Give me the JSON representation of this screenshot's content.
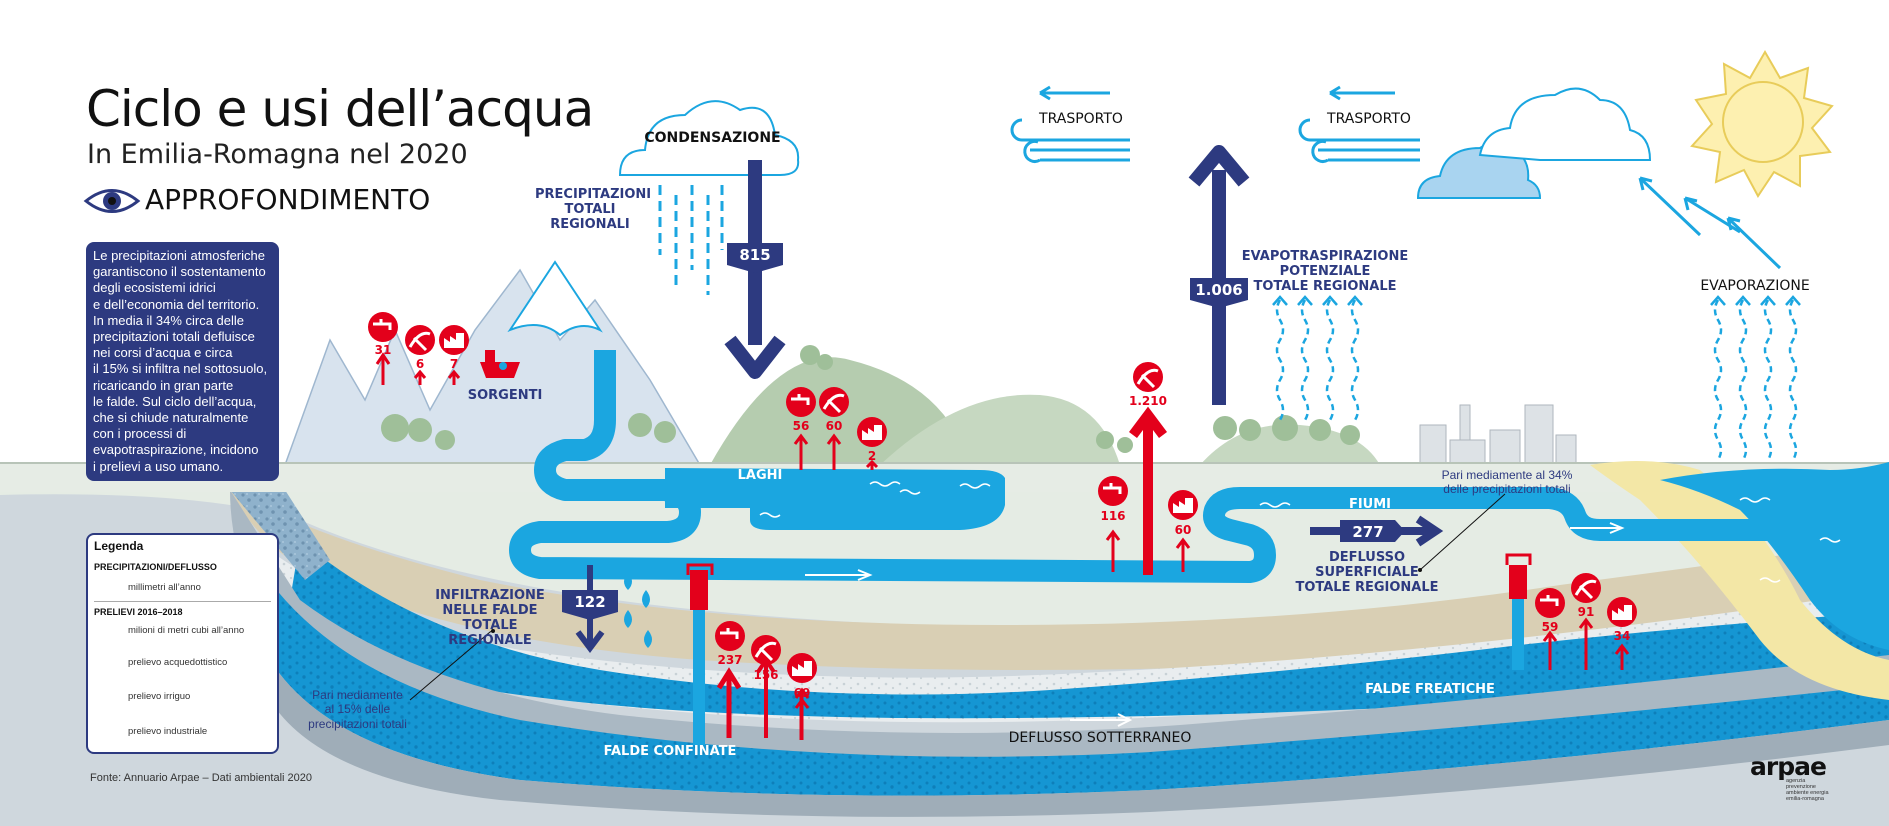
{
  "header": {
    "title": "Ciclo e usi dell’acqua",
    "subtitle": "In Emilia-Romagna nel 2020",
    "section": "APPROFONDIMENTO"
  },
  "intro_text": "Le precipitazioni atmosferiche\ngarantiscono il sostentamento\ndegli ecosistemi idrici\ne dell’economia del territorio.\nIn media il 34% circa delle\nprecipitazioni totali defluisce\nnei corsi d’acqua e circa\nil 15% si infiltra nel sottosuolo,\nricaricando in gran parte\nle falde. Sul ciclo dell’acqua,\nche si chiude naturalmente\ncon i processi di\nevapotraspirazione, incidono\ni prelievi a uso umano.",
  "legend": {
    "title": "Legenda",
    "flow_heading": "PRECIPITAZIONI/DEFLUSSO",
    "flow_unit": "millimetri all’anno",
    "withdrawal_heading": "PRELIEVI 2016–2018",
    "withdrawal_unit": "milioni di metri cubi all’anno",
    "drinking": "prelievo acquedottistico",
    "irrigation": "prelievo irriguo",
    "industrial": "prelievo industriale"
  },
  "labels": {
    "condensation": "CONDENSAZIONE",
    "precipitation": "PRECIPITAZIONI\nTOTALI\nREGIONALI",
    "transport_1": "TRASPORTO",
    "transport_2": "TRASPORTO",
    "evapotranspiration": "EVAPOTRASPIRAZIONE\nPOTENZIALE\nTOTALE REGIONALE",
    "evaporation": "EVAPORAZIONE",
    "springs": "SORGENTI",
    "lakes": "LAGHI",
    "rivers": "FIUMI",
    "infiltration": "INFILTRAZIONE\nNELLE FALDE\nTOTALE REGIONALE",
    "runoff": "DEFLUSSO\nSUPERFICIALE\nTOTALE REGIONALE",
    "confined": "FALDE CONFINATE",
    "phreatic": "FALDE FREATICHE",
    "underground": "DEFLUSSO SOTTERRANEO",
    "runoff_note": "Pari mediamente al 34%\ndelle precipitazioni totali",
    "infiltration_note": "Pari mediamente\nal 15% delle\nprecipitazioni totali"
  },
  "flows_mm": {
    "precipitation": "815",
    "evapotranspiration": "1.006",
    "infiltration": "122",
    "runoff": "277"
  },
  "withdrawals": {
    "springs": {
      "drinking": "31",
      "irrigation": "6",
      "industrial": "7"
    },
    "lakes": {
      "drinking": "56",
      "irrigation": "60",
      "industrial": "2"
    },
    "rivers": {
      "irrigation": "1.210",
      "drinking": "116",
      "industrial": "60"
    },
    "confined": {
      "drinking": "237",
      "irrigation": "156",
      "industrial": "69"
    },
    "phreatic": {
      "drinking": "59",
      "irrigation": "91",
      "industrial": "34"
    }
  },
  "footer": {
    "source": "Fonte: Annuario Arpae – Dati ambientali 2020",
    "logo": "arpae",
    "logo_tagline": "agenzia\nprevenzione\nambiente energia\nemilia-romagna"
  },
  "colors": {
    "navy": "#2d3a80",
    "water": "#1ba6e0",
    "red": "#e3001b",
    "sky_line": "#1ba6e0",
    "mountain": "#d8e3ee",
    "hill": "#b5ccaf",
    "sand": "#f3e7a6",
    "ground": "#d7cfb7"
  }
}
